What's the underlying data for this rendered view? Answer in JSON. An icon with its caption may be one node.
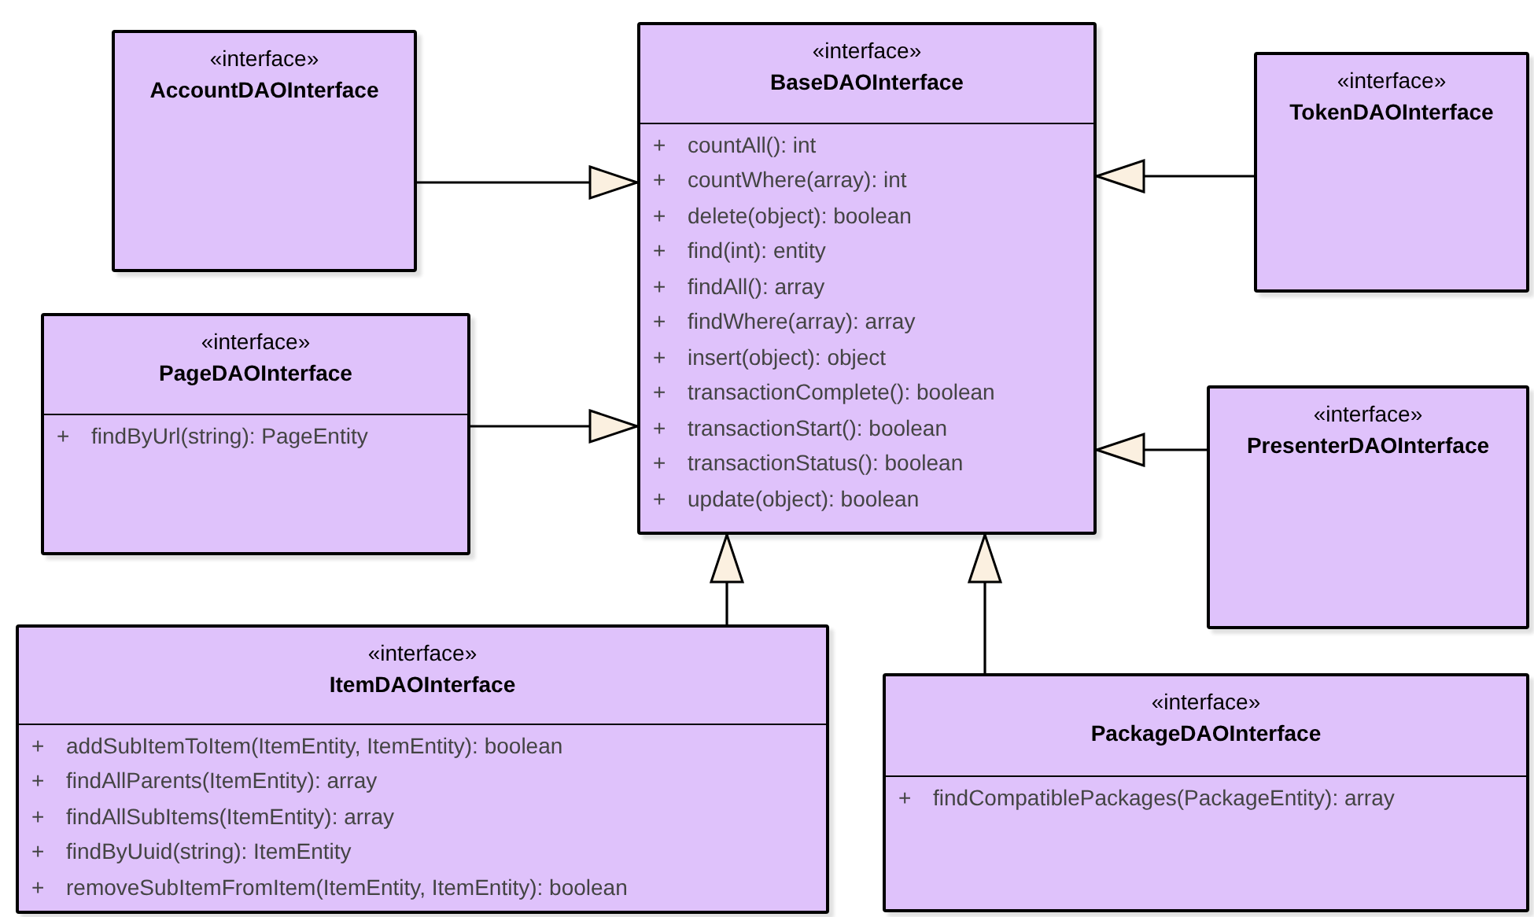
{
  "diagram": {
    "nodes": [
      {
        "text": [
          "«interface»",
          "AccountDAOInterface"
        ]
      },
      {
        "text": [
          "«interface»",
          "BaseDAOInterface",
          "+",
          "countAll(): int",
          "+",
          "countWhere(array): int",
          "+",
          "delete(object): boolean",
          "+",
          "find(int): entity",
          "+",
          "findAll(): array",
          "+",
          "findWhere(array): array",
          "+",
          "insert(object): object",
          "+",
          "transactionComplete(): boolean",
          "+",
          "transactionStart(): boolean",
          "+",
          "transactionStatus(): boolean",
          "+",
          "update(object): boolean"
        ]
      },
      {
        "text": [
          "«interface»",
          "TokenDAOInterface"
        ]
      },
      {
        "text": [
          "«interface»",
          "PageDAOInterface",
          "+",
          "findByUrl(string): PageEntity"
        ]
      },
      {
        "text": [
          "«interface»",
          "PresenterDAOInterface"
        ]
      },
      {
        "text": [
          "«interface»",
          "ItemDAOInterface",
          "+",
          "addSubItemToItem(ItemEntity, ItemEntity): boolean",
          "+",
          "findAllParents(ItemEntity): array",
          "+",
          "findAllSubItems(ItemEntity): array",
          "+",
          "findByUuid(string): ItemEntity",
          "+",
          "removeSubItemFromItem(ItemEntity, ItemEntity): boolean"
        ]
      },
      {
        "text": [
          "«interface»",
          "PackageDAOInterface",
          "+",
          "findCompatiblePackages(PackageEntity): array"
        ]
      }
    ],
    "edges": [
      {
        "from": 0,
        "to": 1,
        "arrow": "to"
      },
      {
        "from": 2,
        "to": 1,
        "arrow": "to"
      },
      {
        "from": 3,
        "to": 1,
        "arrow": "to"
      },
      {
        "from": 4,
        "to": 1,
        "arrow": "to"
      },
      {
        "from": 5,
        "to": 1,
        "arrow": "to"
      },
      {
        "from": 6,
        "to": 1,
        "arrow": "to"
      }
    ]
  }
}
